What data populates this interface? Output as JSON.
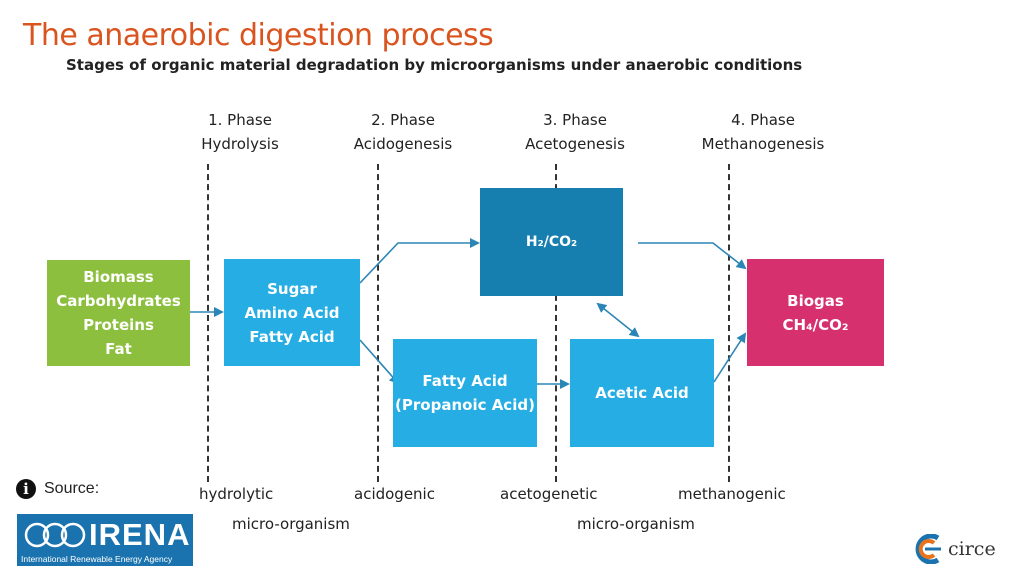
{
  "header": {
    "title": "The anaerobic digestion process",
    "subtitle": "Stages of organic material degradation by microorganisms under anaerobic conditions"
  },
  "phases": [
    {
      "number": "1. Phase",
      "name": "Hydrolysis"
    },
    {
      "number": "2. Phase",
      "name": "Acidogenesis"
    },
    {
      "number": "3. Phase",
      "name": "Acetogenesis"
    },
    {
      "number": "4. Phase",
      "name": "Methanogenesis"
    }
  ],
  "boxes": {
    "biomass": [
      "Biomass",
      "Carbohydrates",
      "Proteins",
      "Fat"
    ],
    "sugar": [
      "Sugar",
      "Amino Acid",
      "Fatty Acid"
    ],
    "h2co2": [
      "H₂/CO₂"
    ],
    "fatty_acid": [
      "Fatty Acid",
      "(Propanoic Acid)"
    ],
    "acetic_acid": [
      "Acetic Acid"
    ],
    "biogas": [
      "Biogas",
      "CH₄/CO₂"
    ]
  },
  "colors": {
    "title": "#D9541E",
    "biomass": "#8DBF3E",
    "light_blue": "#26ADE4",
    "dark_blue": "#167FAF",
    "biogas": "#D6306F",
    "arrow": "#2B86B6"
  },
  "microorganisms": {
    "hydrolytic": "hydrolytic",
    "acidogenic": "acidogenic",
    "acetogenetic": "acetogenetic",
    "methanogenic": "methanogenic",
    "micro_organism_1": "micro-organism",
    "micro_organism_2": "micro-organism"
  },
  "footer": {
    "source_label": "Source:",
    "irena_logo": "IRENA",
    "irena_subtitle": "International Renewable Energy Agency",
    "circe_logo": "circe"
  }
}
